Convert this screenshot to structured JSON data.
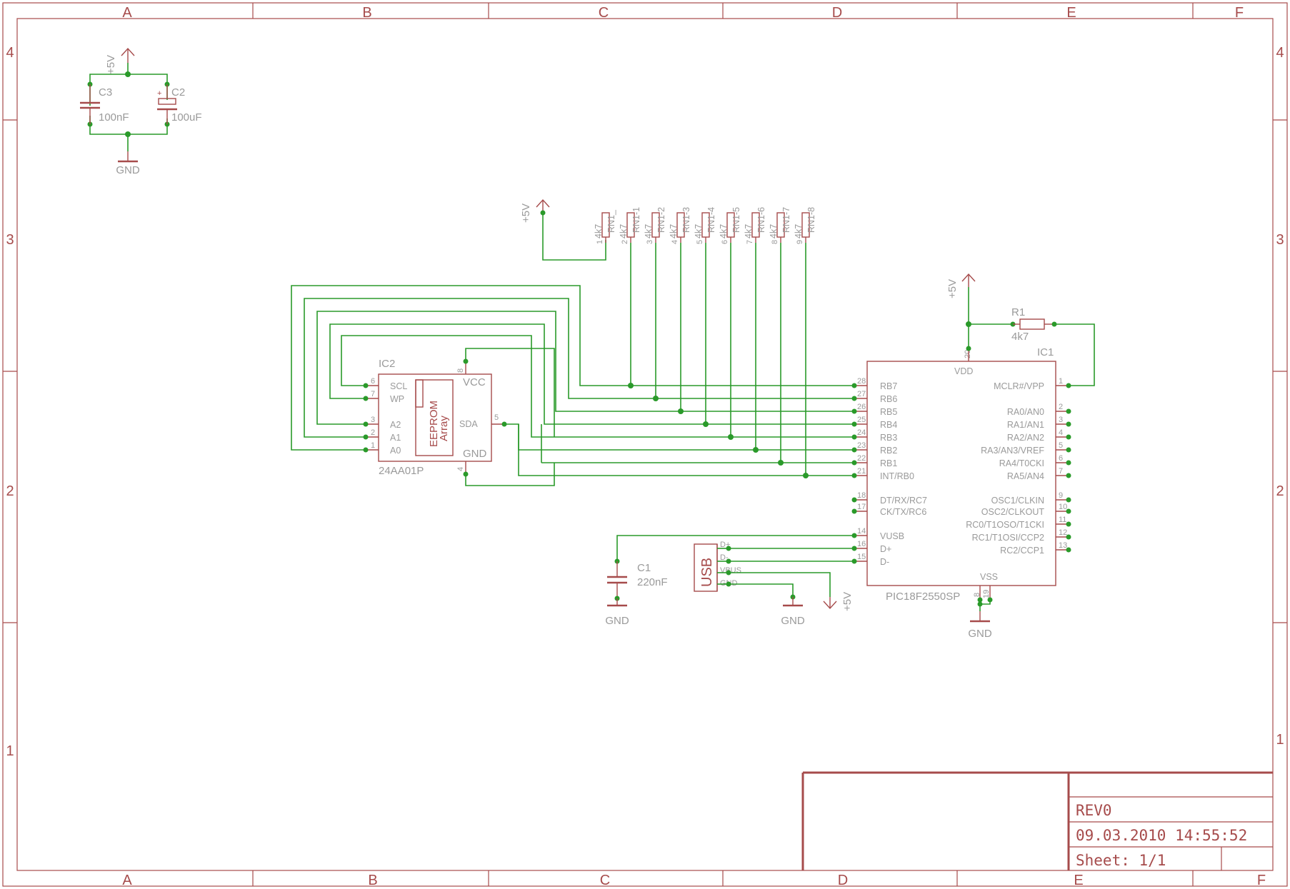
{
  "frame": {
    "columns": [
      "A",
      "B",
      "C",
      "D",
      "E",
      "F"
    ],
    "rows": [
      "4",
      "3",
      "2",
      "1"
    ]
  },
  "title_block": {
    "revision": "REV0",
    "datetime": "09.03.2010 14:55:52",
    "sheet": "Sheet: 1/1"
  },
  "colors": {
    "part": "#a64b4b",
    "wire": "#2a9a2a",
    "label": "#9a9a9a"
  },
  "decoupling": {
    "supply": "+5V",
    "ground": "GND",
    "c3": {
      "name": "C3",
      "value": "100nF"
    },
    "c2": {
      "name": "C2",
      "value": "100uF",
      "polarity": "+"
    }
  },
  "resistor_network": {
    "supply": "+5V",
    "labels": [
      "RN1_",
      "RN1-1",
      "RN1-2",
      "RN1-3",
      "RN1-4",
      "RN1-5",
      "RN1-6",
      "RN1-7",
      "RN1-8"
    ],
    "value": "4k7",
    "pins": [
      "1",
      "2",
      "3",
      "4",
      "5",
      "6",
      "7",
      "8",
      "9"
    ]
  },
  "ic2": {
    "name": "IC2",
    "part": "24AA01P",
    "inner_lines": [
      "EEPROM",
      "Array"
    ],
    "pins_left": [
      {
        "num": "6",
        "label": "SCL"
      },
      {
        "num": "7",
        "label": "WP"
      },
      {
        "num": "3",
        "label": "A2"
      },
      {
        "num": "2",
        "label": "A1"
      },
      {
        "num": "1",
        "label": "A0"
      }
    ],
    "vcc": {
      "num": "8",
      "label": "VCC"
    },
    "sda": {
      "num": "5",
      "label": "SDA"
    },
    "gnd": {
      "num": "4",
      "label": "GND"
    }
  },
  "ic1": {
    "name": "IC1",
    "part": "PIC18F2550SP",
    "vdd": {
      "num": "20",
      "label": "VDD"
    },
    "vss": {
      "label": "VSS",
      "pins": [
        "8",
        "19"
      ]
    },
    "pins_left": [
      {
        "num": "28",
        "label": "RB7"
      },
      {
        "num": "27",
        "label": "RB6"
      },
      {
        "num": "26",
        "label": "RB5"
      },
      {
        "num": "25",
        "label": "RB4"
      },
      {
        "num": "24",
        "label": "RB3"
      },
      {
        "num": "23",
        "label": "RB2"
      },
      {
        "num": "22",
        "label": "RB1"
      },
      {
        "num": "21",
        "label": "INT/RB0"
      },
      {
        "num": "18",
        "label": "DT/RX/RC7"
      },
      {
        "num": "17",
        "label": "CK/TX/RC6"
      },
      {
        "num": "14",
        "label": "VUSB"
      },
      {
        "num": "16",
        "label": "D+"
      },
      {
        "num": "15",
        "label": "D-"
      }
    ],
    "pins_right": [
      {
        "num": "1",
        "label": "MCLR#/VPP"
      },
      {
        "num": "2",
        "label": "RA0/AN0"
      },
      {
        "num": "3",
        "label": "RA1/AN1"
      },
      {
        "num": "4",
        "label": "RA2/AN2"
      },
      {
        "num": "5",
        "label": "RA3/AN3/VREF"
      },
      {
        "num": "6",
        "label": "RA4/T0CKI"
      },
      {
        "num": "7",
        "label": "RA5/AN4"
      },
      {
        "num": "9",
        "label": "OSC1/CLKIN"
      },
      {
        "num": "10",
        "label": "OSC2/CLKOUT"
      },
      {
        "num": "11",
        "label": "RC0/T1OSO/T1CKI"
      },
      {
        "num": "12",
        "label": "RC1/T1OSI/CCP2"
      },
      {
        "num": "13",
        "label": "RC2/CCP1"
      }
    ]
  },
  "r1": {
    "name": "R1",
    "value": "4k7",
    "supply": "+5V"
  },
  "usb": {
    "name": "USB",
    "pins": [
      "D+",
      "D-",
      "VBUS",
      "GND"
    ]
  },
  "c1": {
    "name": "C1",
    "value": "220nF",
    "ground": "GND"
  },
  "usb_ground": "GND",
  "usb_supply": "+5V",
  "ic1_ground": "GND"
}
